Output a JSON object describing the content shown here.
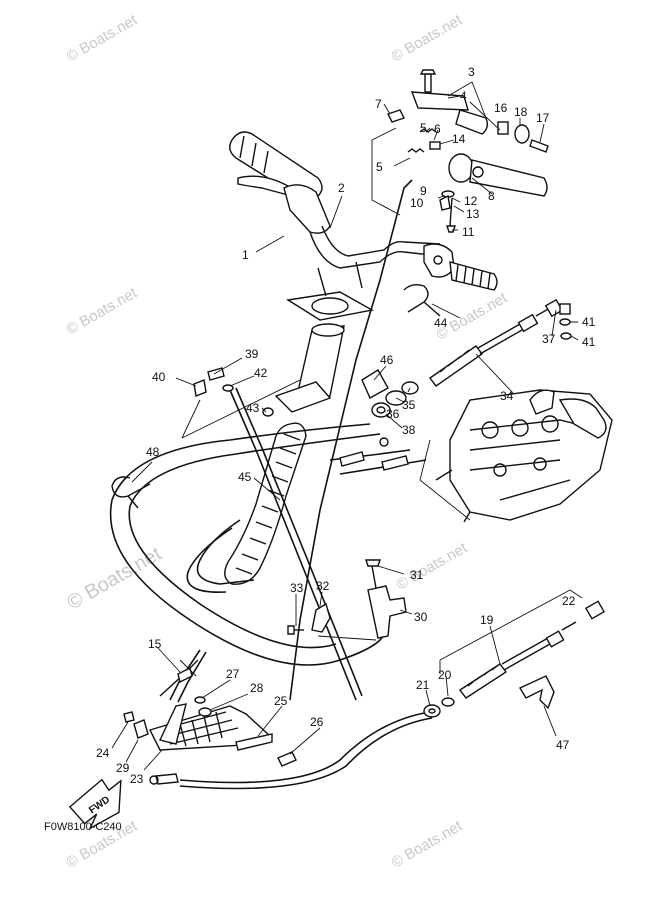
{
  "watermark": "© Boats.net",
  "drawing_code": "F0W8100-C240",
  "direction_tag": "FWD",
  "callouts": [
    "1",
    "2",
    "3",
    "4",
    "5",
    "6",
    "7",
    "8",
    "9",
    "10",
    "11",
    "12",
    "13",
    "14",
    "15",
    "16",
    "17",
    "18",
    "19",
    "20",
    "21",
    "22",
    "23",
    "24",
    "25",
    "26",
    "27",
    "28",
    "29",
    "30",
    "31",
    "32",
    "33",
    "34",
    "35",
    "36",
    "37",
    "38",
    "39",
    "40",
    "41",
    "42",
    "43",
    "44",
    "45",
    "46",
    "47",
    "48"
  ]
}
